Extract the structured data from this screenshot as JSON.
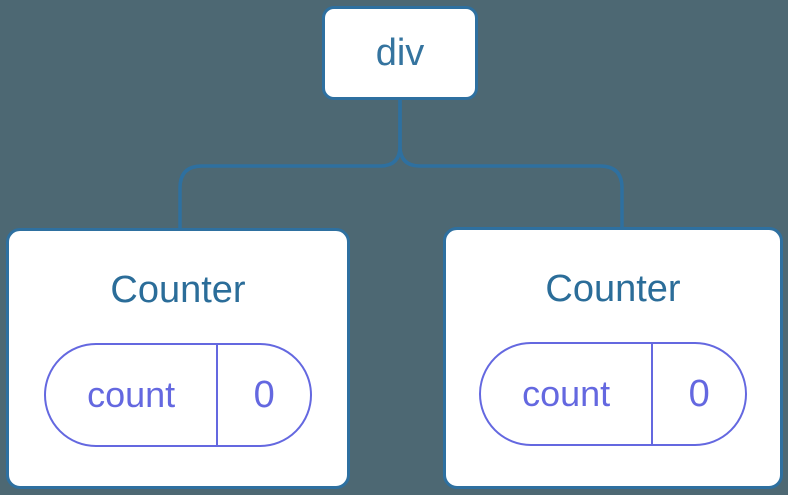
{
  "colors": {
    "background": "#4d6873",
    "node_border": "#2e70a0",
    "connector_line": "#2e70a0",
    "root_label_text": "#35749f",
    "component_label_text": "#2b6d99",
    "state_accent": "#6468e0",
    "node_fill": "#ffffff"
  },
  "tree": {
    "root": {
      "label": "div"
    },
    "children": [
      {
        "label": "Counter",
        "state": {
          "key": "count",
          "value": "0"
        }
      },
      {
        "label": "Counter",
        "state": {
          "key": "count",
          "value": "0"
        }
      }
    ]
  }
}
